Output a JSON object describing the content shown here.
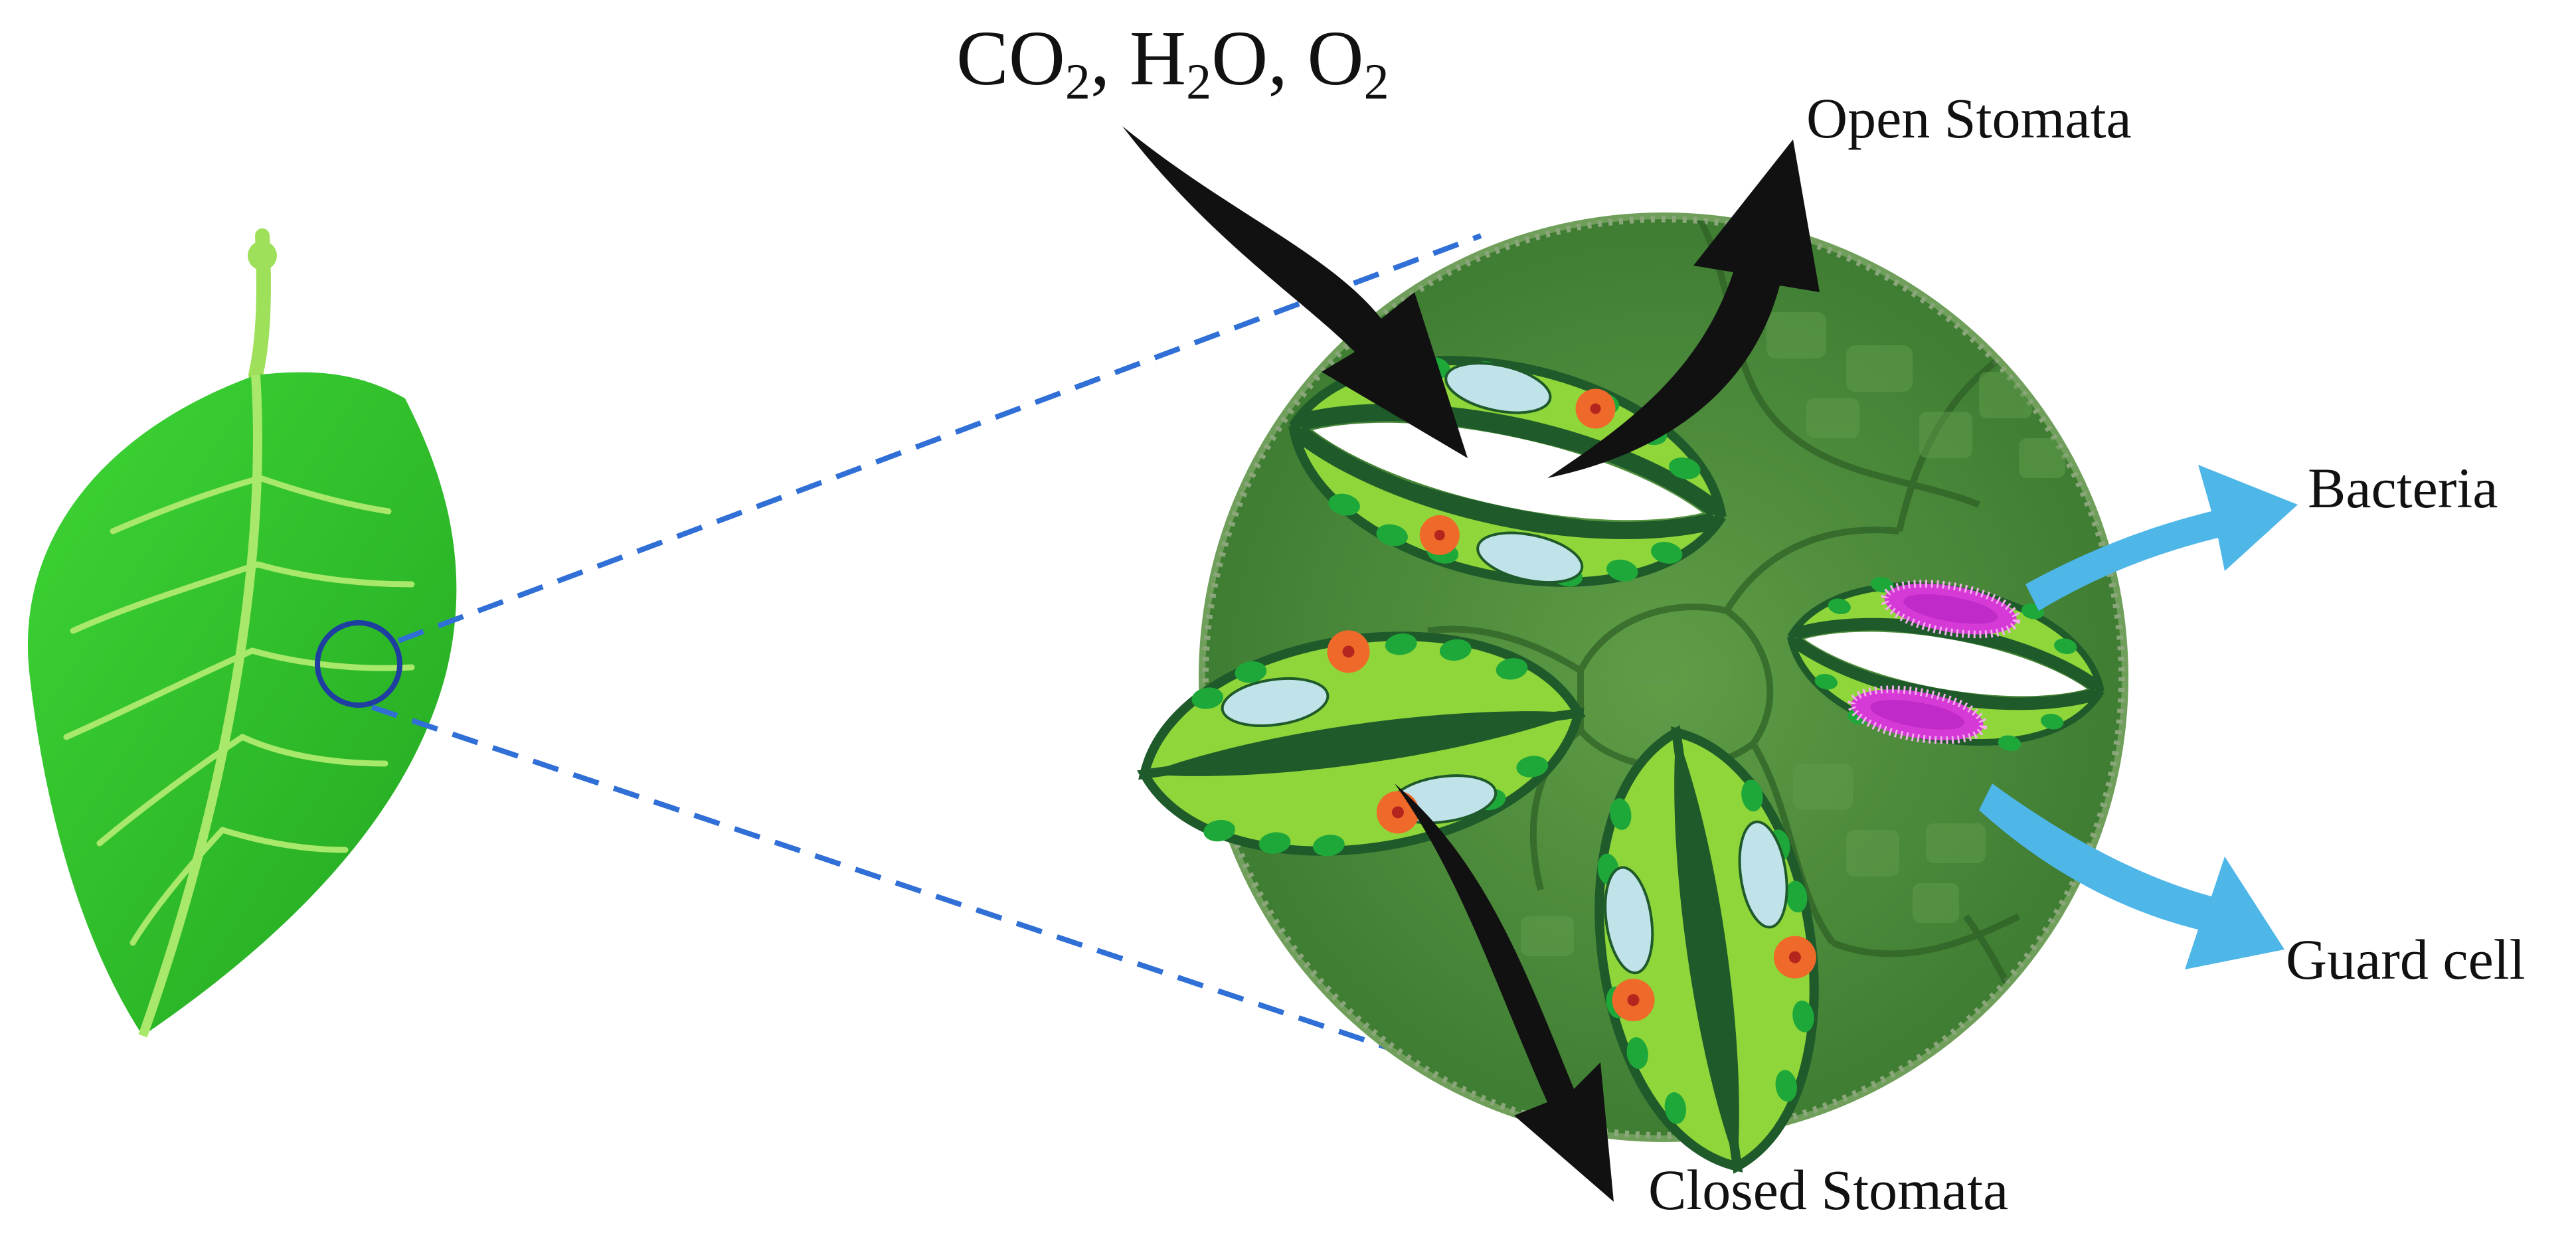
{
  "labels": {
    "gases": {
      "co": "CO",
      "co_sub": "2",
      "sep1": ", ",
      "h": "H",
      "h_sub": "2",
      "o_mid": "O",
      "sep2": ", ",
      "o": "O",
      "o_sub": "2"
    },
    "open_stomata": "Open Stomata",
    "bacteria": "Bacteria",
    "guard_cell": "Guard cell",
    "closed_stomata": "Closed Stomata"
  },
  "colors": {
    "leaf": "#2fc42a",
    "leaf_dark": "#1f9c1d",
    "vein": "#a8e86a",
    "disc": "#4f8f3a",
    "guard_cell": "#8fd63a",
    "guard_dark": "#1f5a2a",
    "chloroplast": "#1ea83a",
    "nucleus": "#ef6a2a",
    "vacuole": "#bfe3e8",
    "bacterium": "#d63ad6",
    "blue_arrow": "#4fb6e8",
    "black_arrow": "#111111",
    "zoom_line": "#2f6fd6",
    "magnifier": "#1f3fa0"
  }
}
